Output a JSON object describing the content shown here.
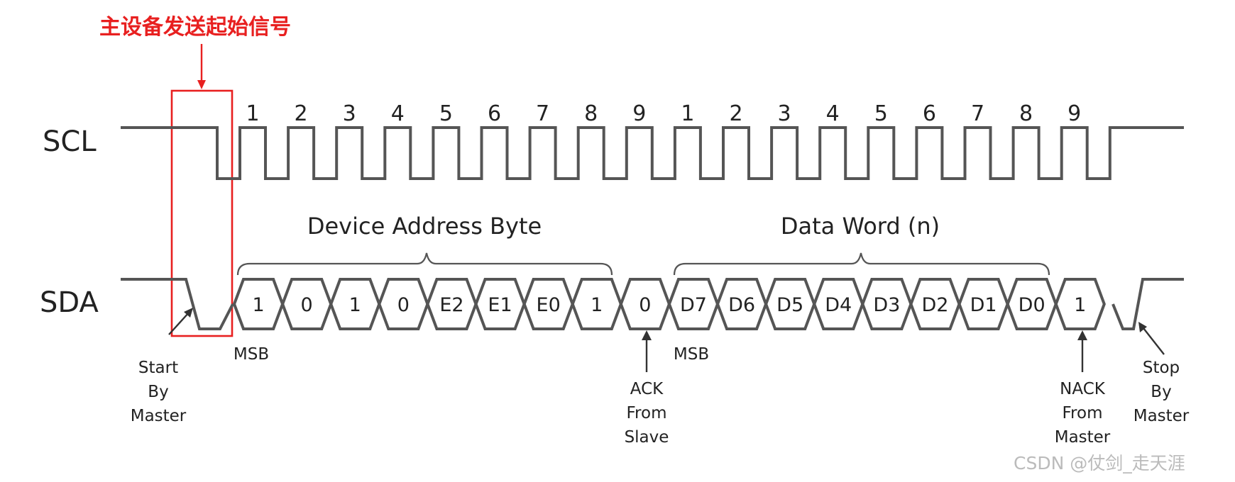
{
  "annotation": {
    "text": "主设备发送起始信号",
    "color": "#e82020"
  },
  "signals": {
    "scl": "SCL",
    "sda": "SDA"
  },
  "clock_numbers": [
    "1",
    "2",
    "3",
    "4",
    "5",
    "6",
    "7",
    "8",
    "9",
    "1",
    "2",
    "3",
    "4",
    "5",
    "6",
    "7",
    "8",
    "9"
  ],
  "groups": {
    "address": "Device Address Byte",
    "data": "Data Word (n)"
  },
  "address_bits": [
    "1",
    "0",
    "1",
    "0",
    "E2",
    "E1",
    "E0",
    "1"
  ],
  "ack_bit": "0",
  "data_bits": [
    "D7",
    "D6",
    "D5",
    "D4",
    "D3",
    "D2",
    "D1",
    "D0"
  ],
  "nack_bit": "1",
  "labels": {
    "msb1": "MSB",
    "msb2": "MSB",
    "start": [
      "Start",
      "By",
      "Master"
    ],
    "ack": [
      "ACK",
      "From",
      "Slave"
    ],
    "nack": [
      "NACK",
      "From",
      "Master"
    ],
    "stop": [
      "Stop",
      "By",
      "Master"
    ]
  },
  "watermark": "CSDN @仗剑_走天涯"
}
